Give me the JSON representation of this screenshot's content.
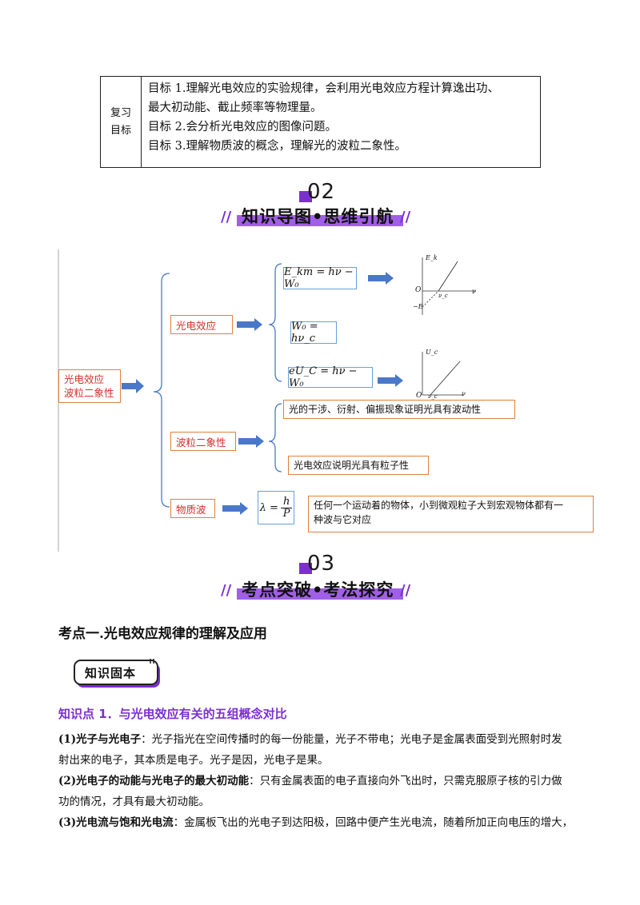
{
  "review_goals": {
    "label_line1": "复习",
    "label_line2": "目标",
    "goal1_line1": "目标 1.理解光电效应的实验规律，会利用光电效应方程计算逸出功、",
    "goal1_line2": "最大初动能、截止频率等物理量。",
    "goal2": "目标 2.会分析光电效应的图像问题。",
    "goal3": "目标 3.理解物质波的概念，理解光的波粒二象性。"
  },
  "section2": {
    "number": "02",
    "title": "知识导图•思维引航"
  },
  "mindmap": {
    "root_line1": "光电效应",
    "root_line2": "波粒二象性",
    "branch1": "光电效应",
    "formula1": "E_km = hν − W₀",
    "formula2": "W₀ = hν_c",
    "formula3": "eU_C = hν − W₀",
    "graph1_ylabel": "E_k",
    "graph1_origin": "O",
    "graph1_neg": "−E",
    "graph1_x": "ν",
    "graph1_nu": "ν_c",
    "graph2_ylabel": "U_c",
    "graph2_origin": "O",
    "graph2_x": "ν",
    "graph2_nu": "ν_c",
    "branch2": "波粒二象性",
    "wave_text": "光的干涉、衍射、偏振现象证明光具有波动性",
    "particle_text": "光电效应说明光具有粒子性",
    "branch3": "物质波",
    "formula4_lhs": "λ =",
    "formula4_num": "h",
    "formula4_den": "P",
    "matter_text_line1": "任何一个运动着的物体，小到微观粒子大到宏观物体都有一",
    "matter_text_line2": "种波与它对应"
  },
  "section3": {
    "number": "03",
    "title": "考点突破•考法探究"
  },
  "kaodian_title": "考点一.光电效应规律的理解及应用",
  "badge_label": "知识固本",
  "knowledge_title": "知识点 1．与光电效应有关的五组概念对比",
  "paragraphs": {
    "p1_bold": "(1)光子与光电子",
    "p1_text": "：光子指光在空间传播时的每一份能量，光子不带电；光电子是金属表面受到光照射时发",
    "p1_cont": "射出来的电子，其本质是电子。光子是因，光电子是果。",
    "p2_bold": "(2)光电子的动能与光电子的最大初动能",
    "p2_text": "：只有金属表面的电子直接向外飞出时，只需克服原子核的引力做",
    "p2_cont": "功的情况，才具有最大初动能。",
    "p3_bold": "(3)光电流与饱和光电流",
    "p3_text": "：金属板飞出的光电子到达阳极，回路中便产生光电流，随着所加正向电压的增大，"
  }
}
